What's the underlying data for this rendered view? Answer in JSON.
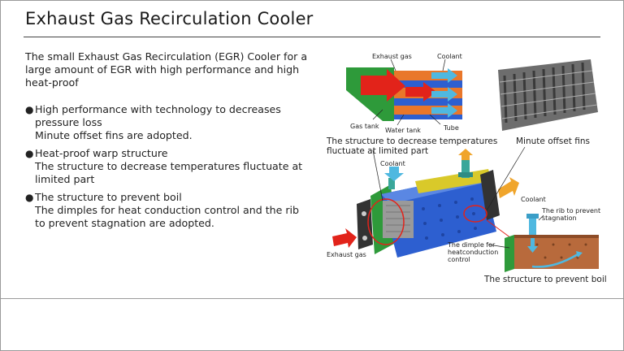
{
  "slide": {
    "title": "Exhaust Gas Recirculation Cooler",
    "intro": "The small Exhaust Gas Recirculation (EGR) Cooler for a large amount of EGR with high performance and high heat-proof",
    "bullets": [
      {
        "dot": "●",
        "head": "High performance with technology to decreases pressure loss",
        "detail": "Minute offset fins are adopted."
      },
      {
        "dot": "●",
        "head": "Heat-proof warp structure",
        "detail": "The structure to decrease temperatures fluctuate at limited part"
      },
      {
        "dot": "●",
        "head": "The structure to prevent boil",
        "detail": "The dimples for heat conduction control and the rib to prevent stagnation are adopted."
      }
    ]
  },
  "diagram": {
    "top_exhaust_gas": "Exhaust gas",
    "top_coolant": "Coolant",
    "gas_tank": "Gas tank",
    "water_tank": "Water tank",
    "tube": "Tube",
    "structure_fluctuate": "The structure to decrease temperatures fluctuate at limited part",
    "minute_offset_fins": "Minute offset fins",
    "main_coolant": "Coolant",
    "right_coolant": "Coolant",
    "rib_prevent": "The rib to prevent stagnation",
    "dimple_heatconduction": "The dimple for heatconduction control",
    "main_exhaust_gas": "Exhaust gas",
    "structure_prevent_boil": "The structure to prevent boil"
  },
  "colors": {
    "green": "#2e9a3a",
    "orange": "#e9772a",
    "blue": "#2d5fd0",
    "red": "#e2231a",
    "coolant_blue": "#4fb8e0",
    "copper": "#b86a3c",
    "fin_grey": "#5a5a5a"
  }
}
